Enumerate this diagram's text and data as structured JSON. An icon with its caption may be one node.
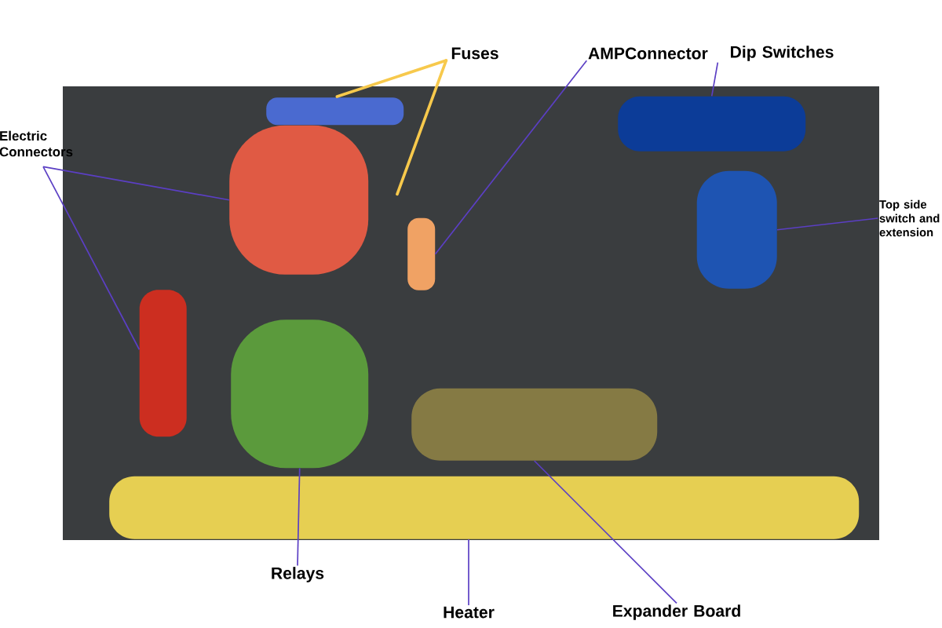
{
  "diagram": {
    "nodes": [
      {
        "text": [],
        "shape": "picture"
      },
      {
        "text": [
          "Fuses"
        ]
      },
      {
        "text": [
          "AMPConnector"
        ]
      },
      {
        "text": [
          "Dip Switches"
        ]
      },
      {
        "text": [
          "Electric Connectors"
        ]
      },
      {
        "text": [
          "Top side switch and extension"
        ]
      },
      {
        "text": [
          "Relays"
        ]
      },
      {
        "text": [
          "Heater"
        ]
      },
      {
        "text": [
          "Expander Board"
        ]
      },
      {
        "text": [],
        "shape": "box",
        "in": 0
      },
      {
        "text": [],
        "shape": "box",
        "in": 0
      },
      {
        "text": [],
        "shape": "box",
        "in": 0
      },
      {
        "text": [],
        "shape": "box",
        "in": 0
      },
      {
        "text": [],
        "shape": "box",
        "in": 0
      },
      {
        "text": [],
        "shape": "box",
        "in": 0
      },
      {
        "text": [],
        "shape": "box",
        "in": 0
      },
      {
        "text": [],
        "shape": "box",
        "in": 0
      },
      {
        "text": [],
        "shape": "box",
        "in": 0
      }
    ],
    "edges": [
      {
        "from": 1,
        "to": 9,
        "arrow": "none",
        "style": "thick",
        "color": "#f7c94c"
      },
      {
        "from": 1,
        "to": null,
        "arrow": "none",
        "style": "thick",
        "color": "#f7c94c"
      },
      {
        "from": 2,
        "to": 13,
        "arrow": "none"
      },
      {
        "from": 3,
        "to": 10,
        "arrow": "none"
      },
      {
        "from": 4,
        "to": 11,
        "arrow": "none"
      },
      {
        "from": 4,
        "to": 14,
        "arrow": "none"
      },
      {
        "from": 5,
        "to": 12,
        "arrow": "none"
      },
      {
        "from": 6,
        "to": 15,
        "arrow": "none"
      },
      {
        "from": 7,
        "to": 17,
        "arrow": "none"
      },
      {
        "from": 8,
        "to": 16,
        "arrow": "none"
      }
    ]
  }
}
